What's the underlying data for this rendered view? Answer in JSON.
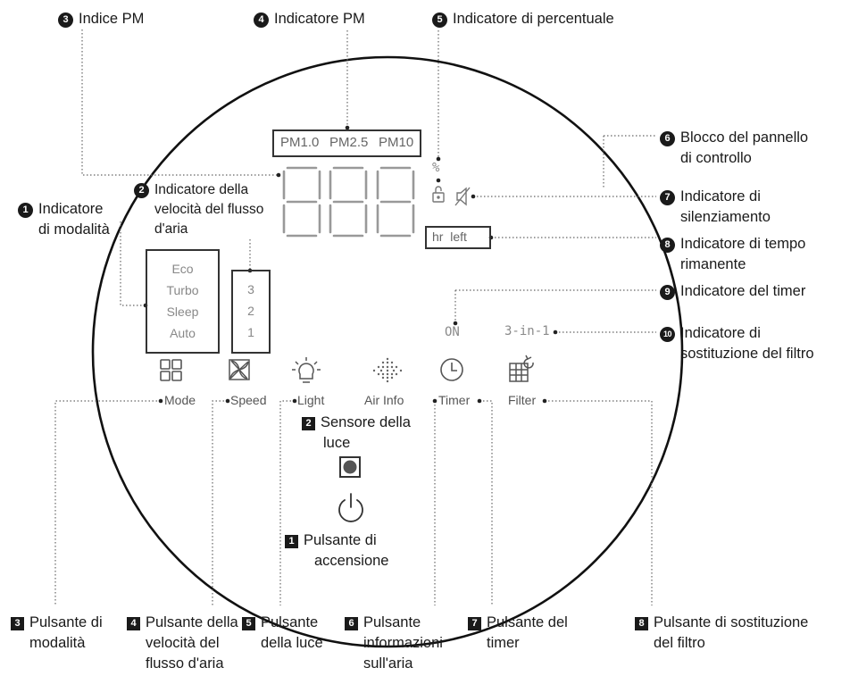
{
  "callouts_top": {
    "pm_index": {
      "num": "3",
      "text": "Indice PM"
    },
    "pm_indicator": {
      "num": "4",
      "text": "Indicatore PM"
    },
    "percent_indicator": {
      "num": "5",
      "text": "Indicatore di percentuale"
    },
    "panel_lock": {
      "num": "6",
      "lines": [
        "Blocco del pannello",
        "di controllo"
      ]
    },
    "mute": {
      "num": "7",
      "lines": [
        "Indicatore di",
        "silenziamento"
      ]
    },
    "time_left": {
      "num": "8",
      "lines": [
        "Indicatore di tempo",
        "rimanente"
      ]
    },
    "timer": {
      "num": "9",
      "text": "Indicatore del timer"
    },
    "filter_replace": {
      "num": "10",
      "lines": [
        "Indicatore di",
        "sostituzione del filtro"
      ]
    },
    "mode_indicator": {
      "num": "1",
      "lines": [
        "Indicatore",
        "di modalità"
      ]
    },
    "airflow_speed": {
      "num": "2",
      "lines": [
        "Indicatore della",
        "velocità del flusso",
        "d'aria"
      ]
    }
  },
  "panel": {
    "pm_labels": [
      "PM1.0",
      "PM2.5",
      "PM10"
    ],
    "percent": "%",
    "hr_left": "hr  left",
    "modes": [
      "Eco",
      "Turbo",
      "Sleep",
      "Auto"
    ],
    "speeds": [
      "3",
      "2",
      "1"
    ],
    "timer_on": "ON",
    "filter_status": "3-in-1",
    "buttons": [
      "Mode",
      "Speed",
      "Light",
      "Air Info",
      "Timer",
      "Filter"
    ]
  },
  "inner_callouts": {
    "light_sensor": {
      "num": "2",
      "lines": [
        "Sensore della",
        "luce"
      ]
    },
    "power": {
      "num": "1",
      "lines": [
        "Pulsante di",
        "accensione"
      ]
    }
  },
  "bottom_callouts": [
    {
      "num": "3",
      "lines": [
        "Pulsante di",
        "modalità"
      ]
    },
    {
      "num": "4",
      "lines": [
        "Pulsante della",
        "velocità del",
        "flusso d'aria"
      ]
    },
    {
      "num": "5",
      "lines": [
        "Pulsante",
        "della luce"
      ]
    },
    {
      "num": "6",
      "lines": [
        "Pulsante",
        "informazioni",
        "sull'aria"
      ]
    },
    {
      "num": "7",
      "lines": [
        "Pulsante del",
        "timer"
      ]
    },
    {
      "num": "8",
      "lines": [
        "Pulsante di sostituzione",
        "del filtro"
      ]
    }
  ],
  "icons": [
    "mode-grid-icon",
    "fan-speed-icon",
    "light-bulb-icon",
    "air-dots-icon",
    "clock-icon",
    "filter-grid-icon",
    "lock-icon",
    "mute-icon",
    "power-icon",
    "light-sensor-icon"
  ]
}
